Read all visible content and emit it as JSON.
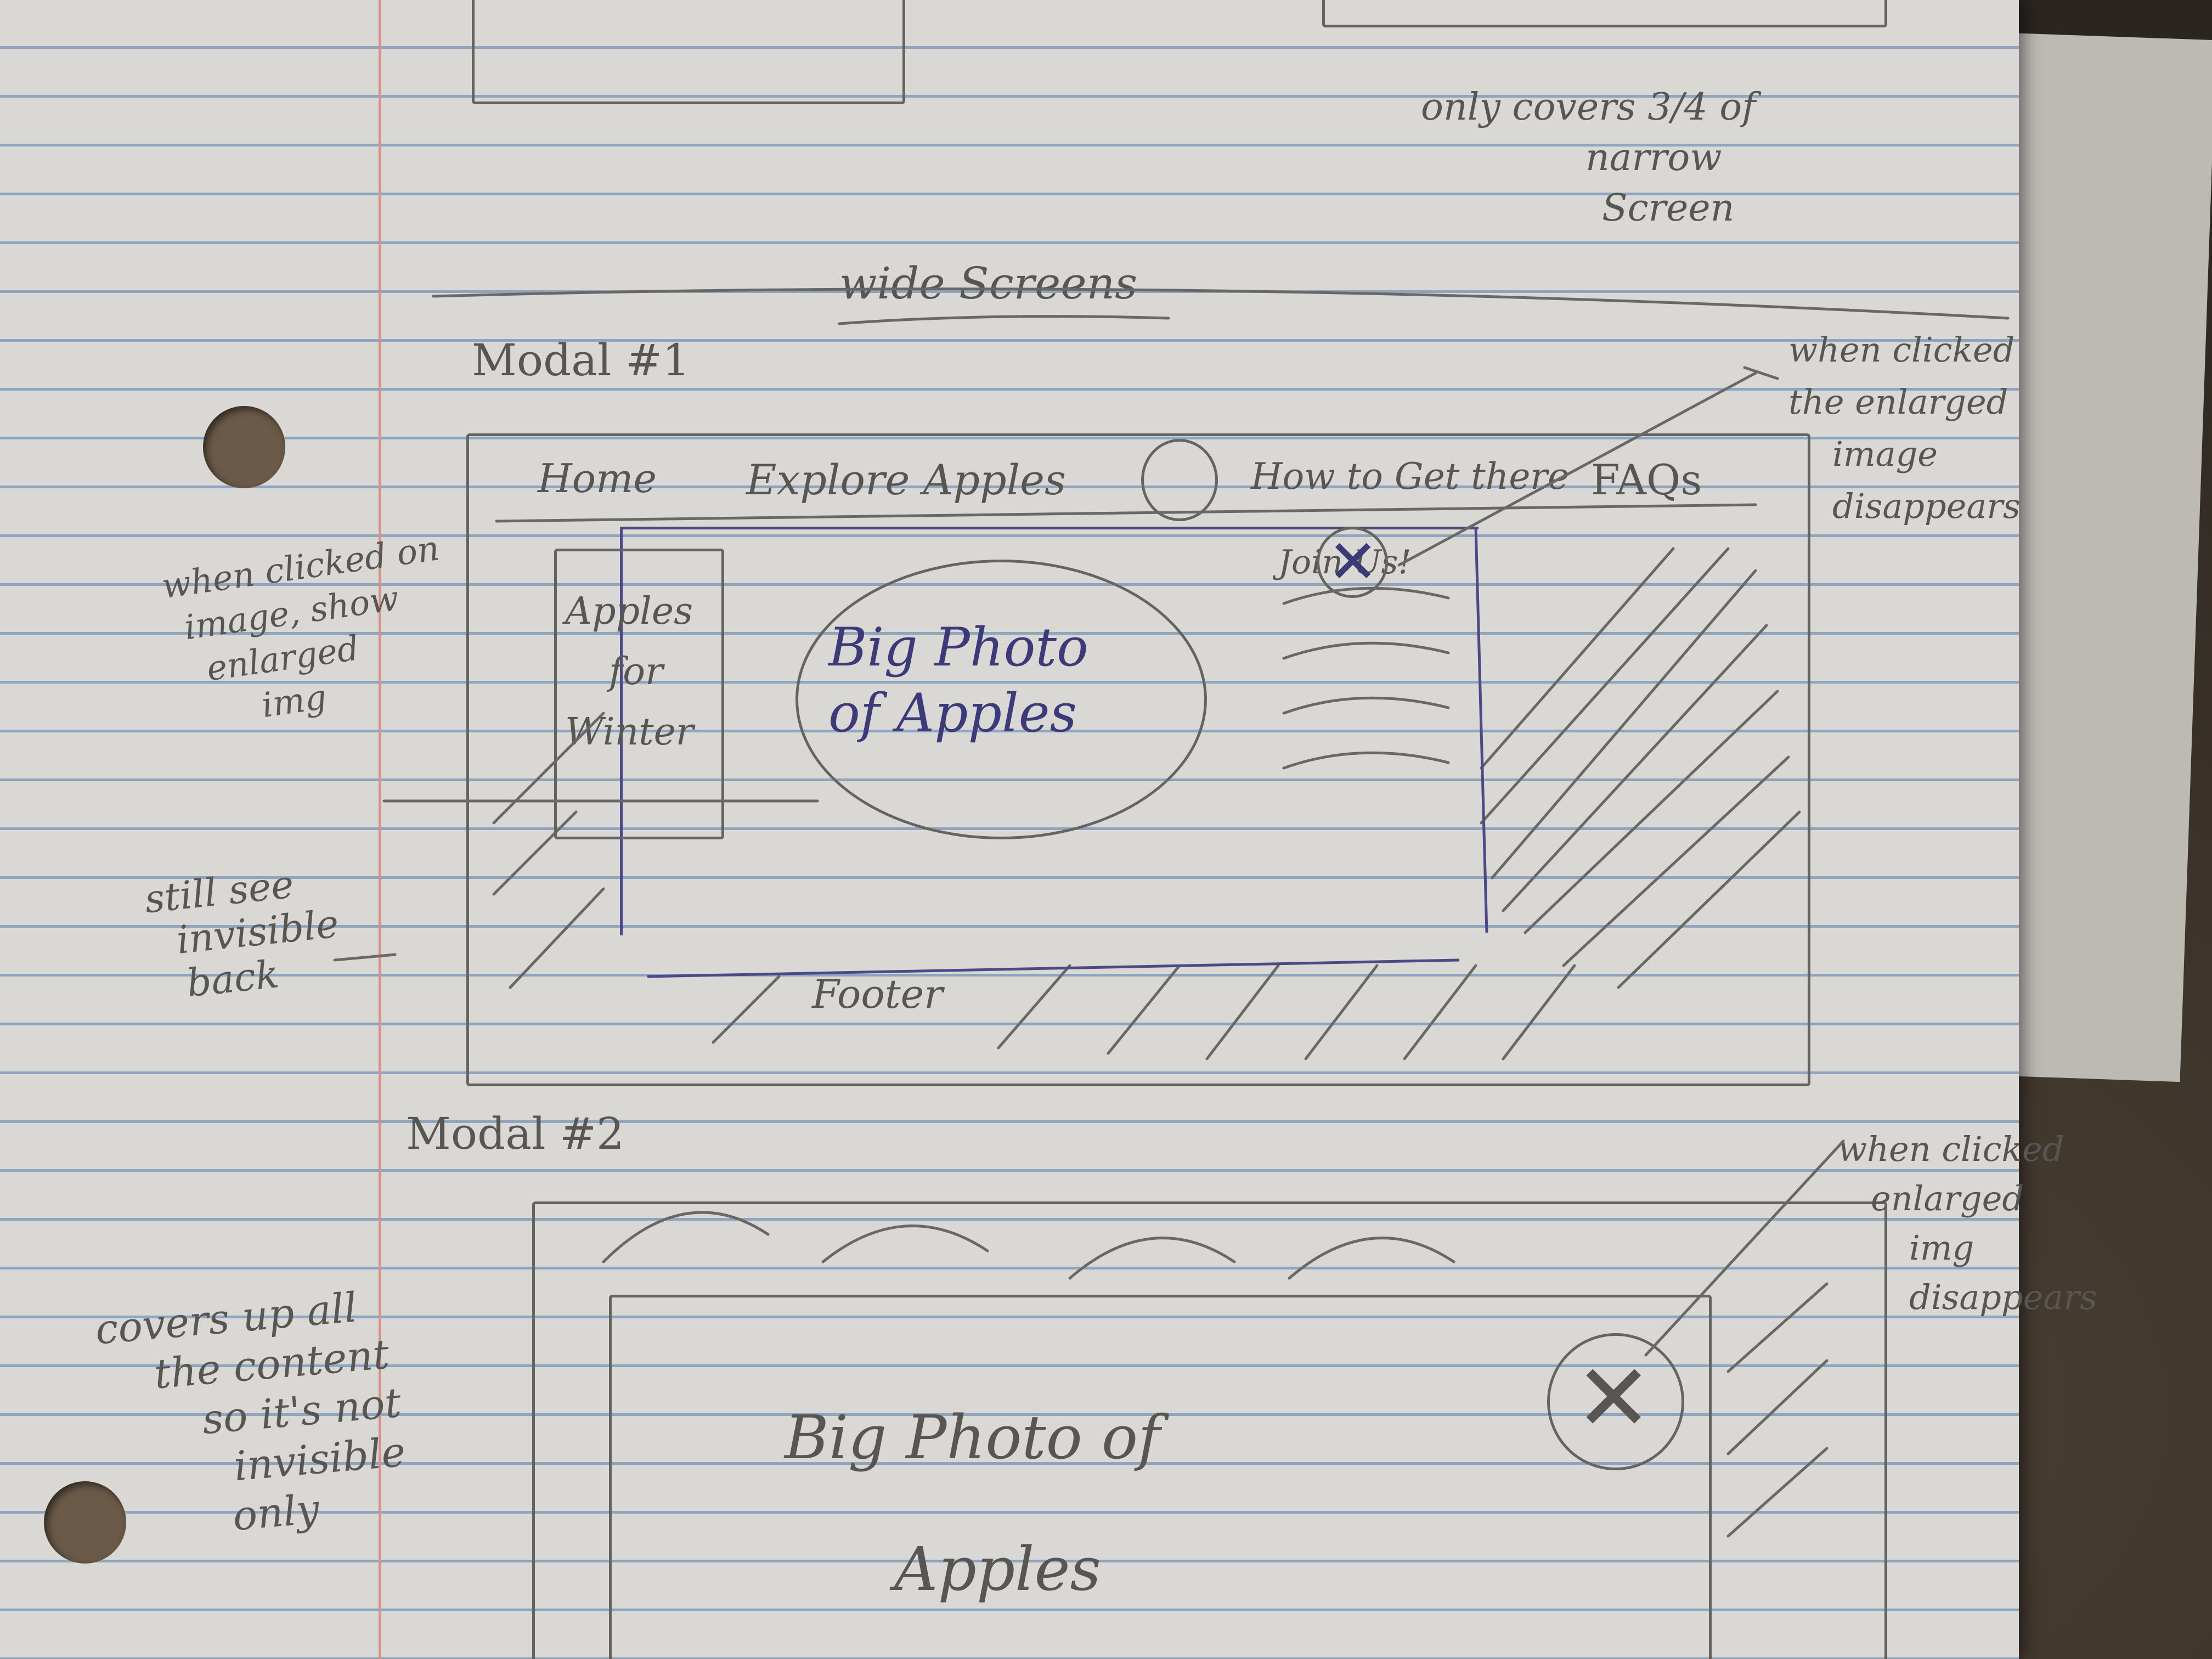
{
  "top_note": {
    "lines": [
      "only covers 3/4 of",
      "narrow",
      "Screen"
    ]
  },
  "section_title": "wide Screens",
  "modal1": {
    "title": "Modal #1",
    "nav": {
      "home": "Home",
      "explore": "Explore Apples",
      "apple_icon": "apple-icon",
      "how_to_get": "How to Get there",
      "faqs": "FAQs"
    },
    "join_label": "Join Us!",
    "close_icon": "close-icon",
    "thumbnail_lines": [
      "Apples",
      "for",
      "Winter"
    ],
    "big_photo_lines": [
      "Big Photo",
      "of Apples"
    ],
    "footer": "Footer"
  },
  "left_notes": {
    "click_image": [
      "when clicked on",
      "image, show",
      "enlarged",
      "img"
    ],
    "still_see": [
      "still see",
      "invisible",
      "back"
    ]
  },
  "right_notes": {
    "modal1_close": [
      "when clicked",
      "the enlarged",
      "image",
      "disappears"
    ],
    "modal2_close": [
      "when clicked",
      "enlarged",
      "img",
      "disappears"
    ]
  },
  "modal2": {
    "title": "Modal #2",
    "big_photo_lines": [
      "Big Photo of",
      "Apples"
    ],
    "close_icon": "close-icon"
  },
  "bottom_left_note": [
    "covers up all",
    "the content",
    "so it's not",
    "invisible",
    "only"
  ]
}
